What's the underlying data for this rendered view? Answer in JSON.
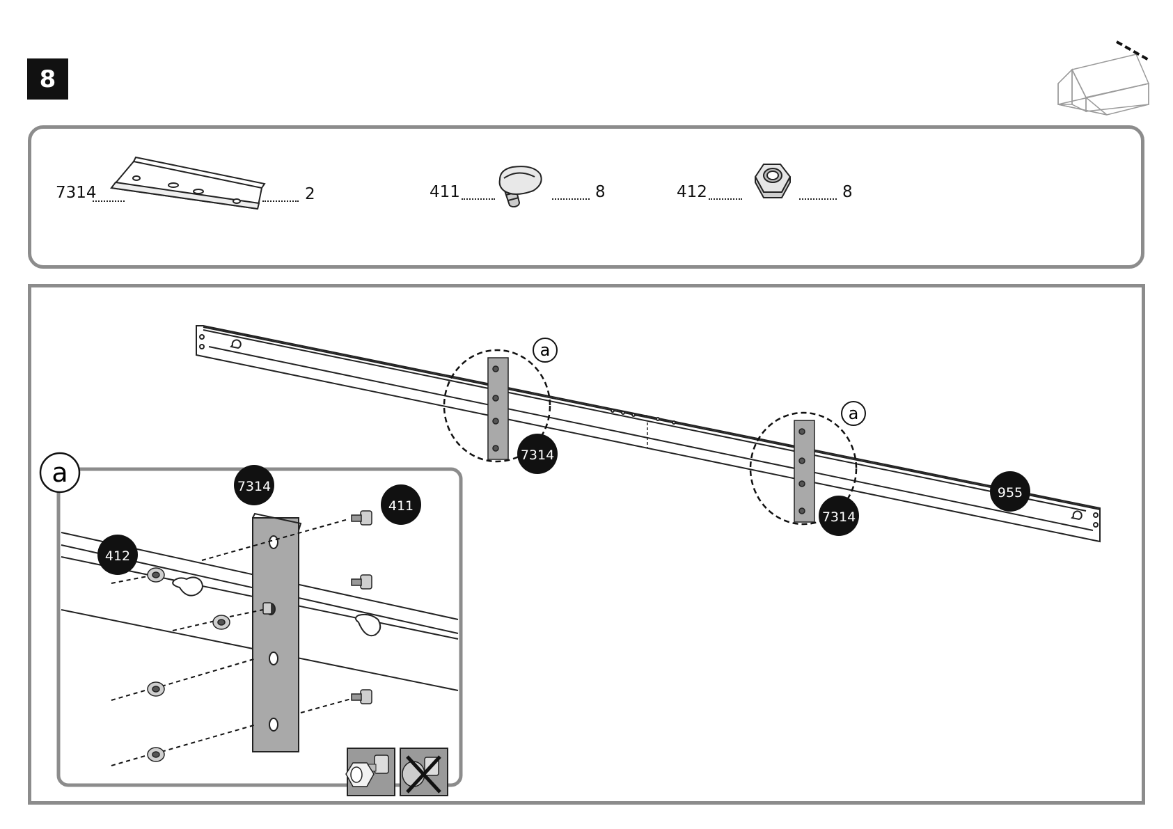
{
  "step": {
    "number": "8"
  },
  "parts": [
    {
      "id": "7314",
      "qty": "2"
    },
    {
      "id": "411",
      "qty": "8"
    },
    {
      "id": "412",
      "qty": "8"
    }
  ],
  "callouts": {
    "detail_letter": "a",
    "plate": "7314",
    "bolt": "411",
    "nut": "412",
    "bar": "955"
  },
  "colors": {
    "frame": "#8c8c8c",
    "badge": "#111111",
    "plate": "#a9a9a9"
  }
}
